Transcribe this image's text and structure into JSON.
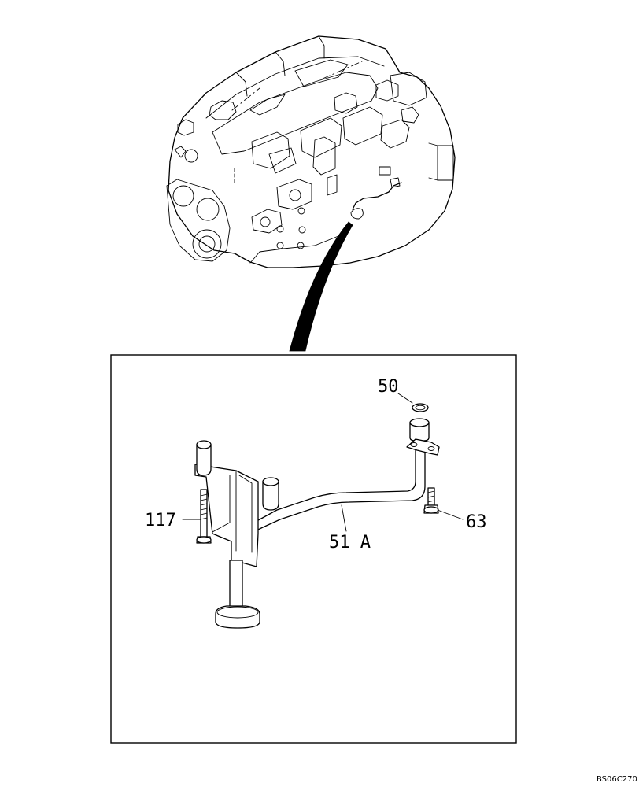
{
  "callouts": {
    "oring": "50",
    "bolt_left": "117",
    "tube_assembly": "51 A",
    "bolt_right": "63"
  },
  "figure_code": "BS06C270",
  "colors": {
    "line": "#000000",
    "background": "#ffffff"
  }
}
